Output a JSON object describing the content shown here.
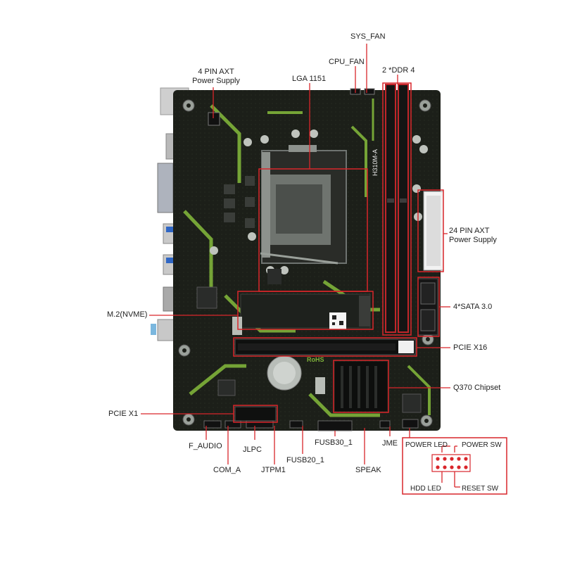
{
  "labels": {
    "sys_fan": "SYS_FAN",
    "cpu_fan": "CPU_FAN",
    "ddr": "2 *DDR 4",
    "pin4_line1": "4 PIN AXT",
    "pin4_line2": "Power Supply",
    "lga": "LGA 1151",
    "pin24_line1": "24 PIN AXT",
    "pin24_line2": "Power Supply",
    "sata": "4*SATA 3.0",
    "m2": "M.2(NVME)",
    "pcie_x16": "PCIE X16",
    "chipset": "Q370 Chipset",
    "pcie_x1": "PCIE X1",
    "f_audio": "F_AUDIO",
    "jlpc": "JLPC",
    "com_a": "COM_A",
    "jtpm1": "JTPM1",
    "fusb30": "FUSB30_1",
    "fusb20": "FUSB20_1",
    "jme": "JME",
    "speak": "SPEAK",
    "power_led": "POWER LED",
    "power_sw": "POWER SW",
    "hdd_led": "HDD  LED",
    "reset_sw": "RESET SW",
    "board_model": "H310M-A",
    "rohs": "RoHS"
  },
  "colors": {
    "callout": "#d9262b",
    "pcb": "#1c1f19",
    "accent": "#7fb23a",
    "text": "#222222"
  }
}
